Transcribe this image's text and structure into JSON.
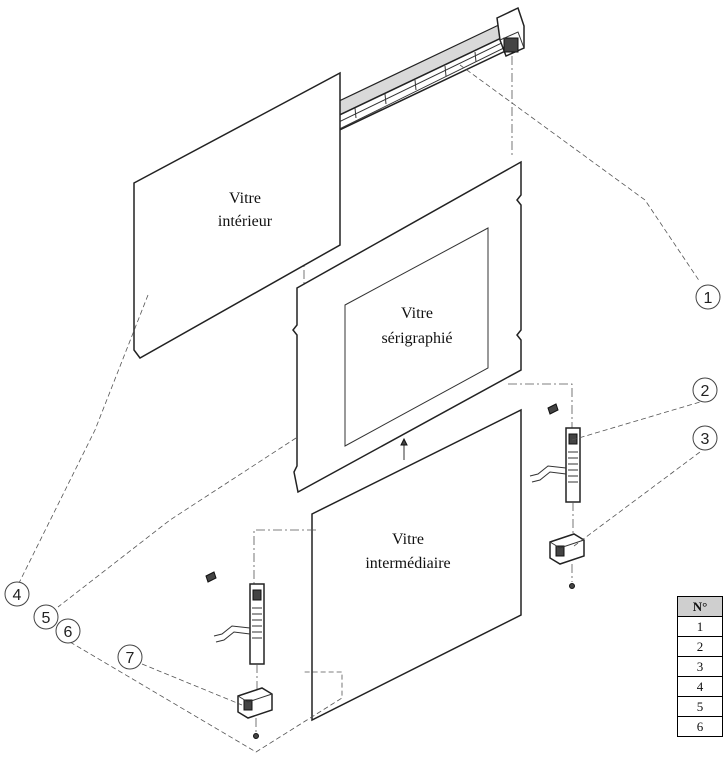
{
  "labels": {
    "vitre_interieur": [
      "Vitre",
      "intérieur"
    ],
    "vitre_serigraphie": [
      "Vitre",
      "sérigraphié"
    ],
    "vitre_intermediaire": [
      "Vitre",
      "intermédiaire"
    ]
  },
  "callouts": [
    "1",
    "2",
    "3",
    "4",
    "5",
    "6",
    "7"
  ],
  "table": {
    "header": "N°",
    "rows": [
      "1",
      "2",
      "3",
      "4",
      "5",
      "6"
    ]
  }
}
